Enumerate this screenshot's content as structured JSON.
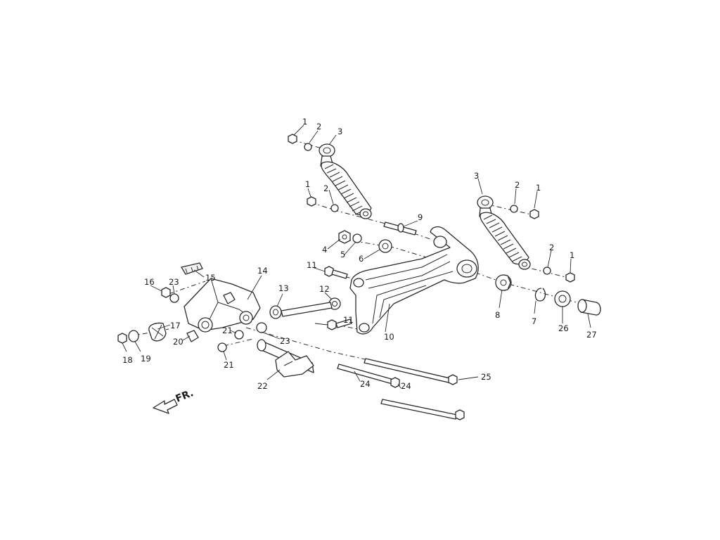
{
  "front_label": "FR.",
  "callouts": [
    {
      "id": "c1a",
      "text": "1"
    },
    {
      "id": "c2a",
      "text": "2"
    },
    {
      "id": "c3a",
      "text": "3"
    },
    {
      "id": "c1b",
      "text": "1"
    },
    {
      "id": "c2b",
      "text": "2"
    },
    {
      "id": "c9",
      "text": "9"
    },
    {
      "id": "c3b",
      "text": "3"
    },
    {
      "id": "c2c",
      "text": "2"
    },
    {
      "id": "c1c",
      "text": "1"
    },
    {
      "id": "c2d",
      "text": "2"
    },
    {
      "id": "c1d",
      "text": "1"
    },
    {
      "id": "c4",
      "text": "4"
    },
    {
      "id": "c5",
      "text": "5"
    },
    {
      "id": "c6",
      "text": "6"
    },
    {
      "id": "c11a",
      "text": "11"
    },
    {
      "id": "c11b",
      "text": "11"
    },
    {
      "id": "c12",
      "text": "12"
    },
    {
      "id": "c13",
      "text": "13"
    },
    {
      "id": "c14",
      "text": "14"
    },
    {
      "id": "c15",
      "text": "15"
    },
    {
      "id": "c16",
      "text": "16"
    },
    {
      "id": "c23a",
      "text": "23"
    },
    {
      "id": "c17",
      "text": "17"
    },
    {
      "id": "c18",
      "text": "18"
    },
    {
      "id": "c19",
      "text": "19"
    },
    {
      "id": "c20",
      "text": "20"
    },
    {
      "id": "c21a",
      "text": "21"
    },
    {
      "id": "c21b",
      "text": "21"
    },
    {
      "id": "c23b",
      "text": "23"
    },
    {
      "id": "c22",
      "text": "22"
    },
    {
      "id": "c24a",
      "text": "24"
    },
    {
      "id": "c24b",
      "text": "24"
    },
    {
      "id": "c25",
      "text": "25"
    },
    {
      "id": "c10",
      "text": "10"
    },
    {
      "id": "c8",
      "text": "8"
    },
    {
      "id": "c7",
      "text": "7"
    },
    {
      "id": "c26",
      "text": "26"
    },
    {
      "id": "c27",
      "text": "27"
    }
  ]
}
